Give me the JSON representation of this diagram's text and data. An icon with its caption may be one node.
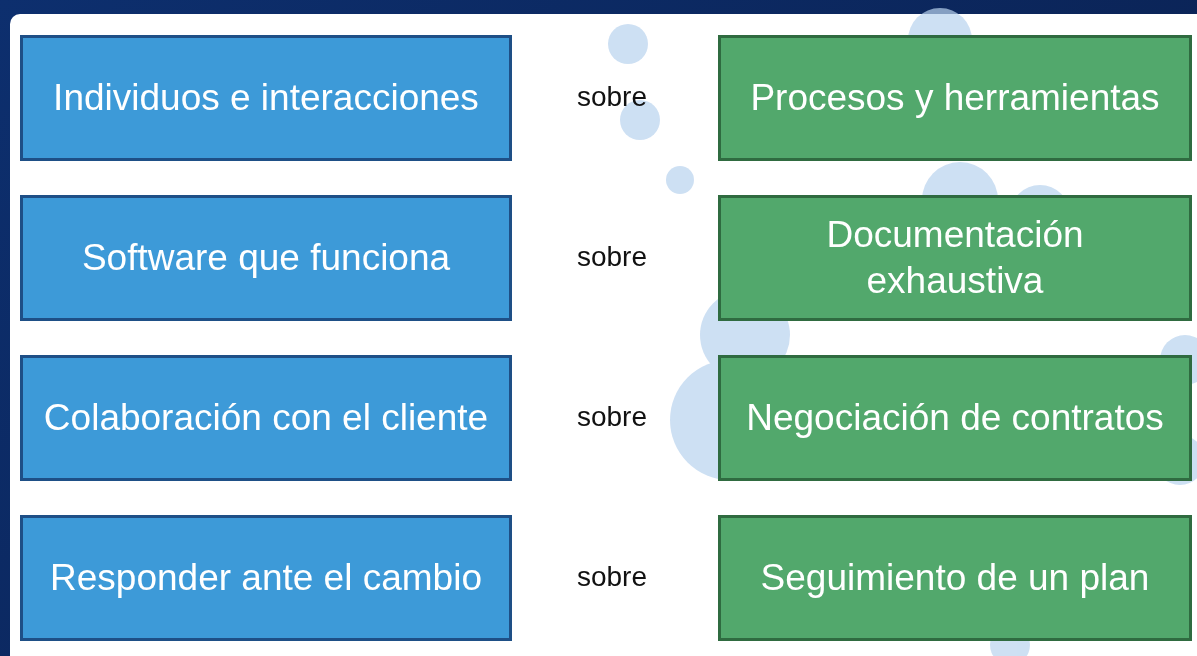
{
  "diagram": {
    "nodes": [
      {
        "text": [
          "Individuos e interacciones"
        ]
      },
      {
        "text": [
          "Procesos y herramientas"
        ]
      },
      {
        "text": [
          "Software que funciona"
        ]
      },
      {
        "text": [
          "Documentación exhaustiva"
        ]
      },
      {
        "text": [
          "Colaboración con el cliente"
        ]
      },
      {
        "text": [
          "Negociación de contratos"
        ]
      },
      {
        "text": [
          "Responder ante el cambio"
        ]
      },
      {
        "text": [
          "Seguimiento de un plan"
        ]
      }
    ],
    "labels": [
      "sobre",
      "sobre",
      "sobre",
      "sobre"
    ]
  }
}
